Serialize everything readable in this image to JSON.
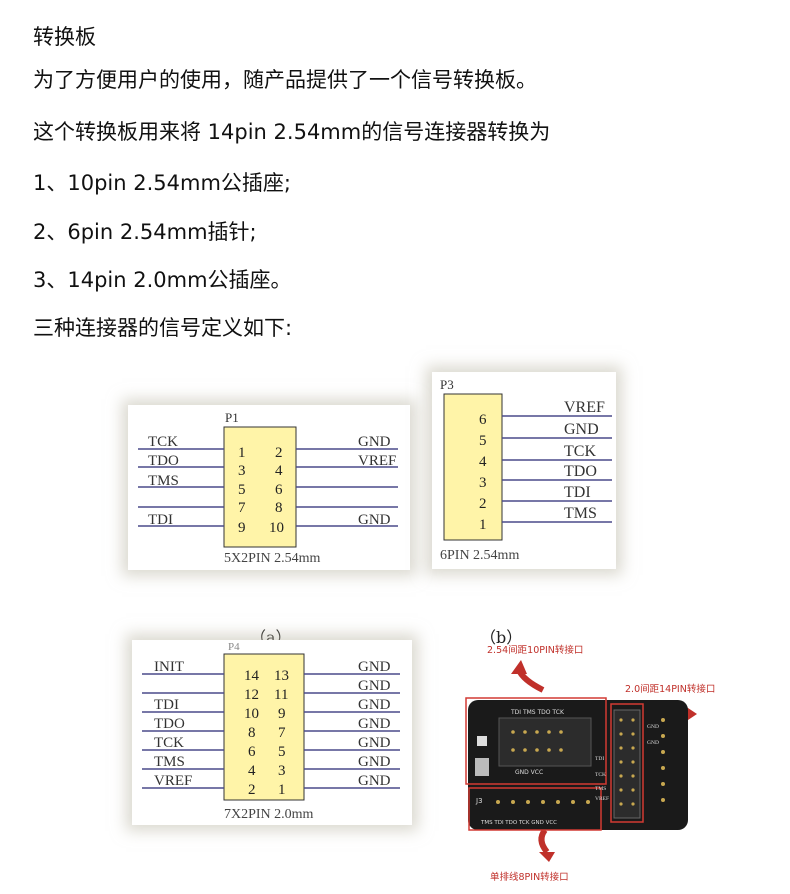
{
  "text": {
    "title": "转换板",
    "p1": "为了方便用户的使用，随产品提供了一个信号转换板。",
    "p2": "这个转换板用来将 14pin 2.54mm的信号连接器转换为",
    "item1": "1、10pin 2.54mm公插座;",
    "item2": "2、6pin 2.54mm插针;",
    "item3": "3、14pin 2.0mm公插座。",
    "p3": "三种连接器的信号定义如下:"
  },
  "fig_p1": {
    "label": "P1",
    "left_signals": [
      "TCK",
      "TDO",
      "TMS",
      "",
      "TDI"
    ],
    "right_signals": [
      "GND",
      "VREF",
      "",
      "",
      "GND"
    ],
    "left_pins": [
      "1",
      "3",
      "5",
      "7",
      "9"
    ],
    "right_pins": [
      "2",
      "4",
      "6",
      "8",
      "10"
    ],
    "caption": "5X2PIN 2.54mm"
  },
  "fig_p3": {
    "label": "P3",
    "pins": [
      "6",
      "5",
      "4",
      "3",
      "2",
      "1"
    ],
    "signals": [
      "VREF",
      "GND",
      "TCK",
      "TDO",
      "TDI",
      "TMS"
    ],
    "caption": "6PIN 2.54mm"
  },
  "caption_a": "（a）",
  "caption_b": "（b）",
  "fig_p4": {
    "label": "P4",
    "left_signals": [
      "INIT",
      "",
      "TDI",
      "TDO",
      "TCK",
      "TMS",
      "VREF"
    ],
    "right_signals": [
      "GND",
      "GND",
      "GND",
      "GND",
      "GND",
      "GND",
      "GND"
    ],
    "left_pins": [
      "14",
      "12",
      "10",
      "8",
      "6",
      "4",
      "2"
    ],
    "right_pins": [
      "13",
      "11",
      "9",
      "7",
      "5",
      "3",
      "1"
    ],
    "caption": "7X2PIN 2.0mm"
  },
  "photo": {
    "label_top": "2.54间距10PIN转接口",
    "label_right": "2.0间距14PIN转接口",
    "label_bottom": "单排线8PIN转接口",
    "j2_top_labels": "TDI   TMS TDO TCK",
    "j2_bottom_label": "GND     VCC",
    "j3_label": "J3",
    "j3_bottom_labels": "TMS  TDI TDO  TCK  GND  VCC",
    "right_labels": [
      "GND",
      "GND",
      "TDI",
      "TCK",
      "TMS",
      "VREF"
    ],
    "arrow_color": "#c0302a",
    "box_color": "#d23a33"
  }
}
